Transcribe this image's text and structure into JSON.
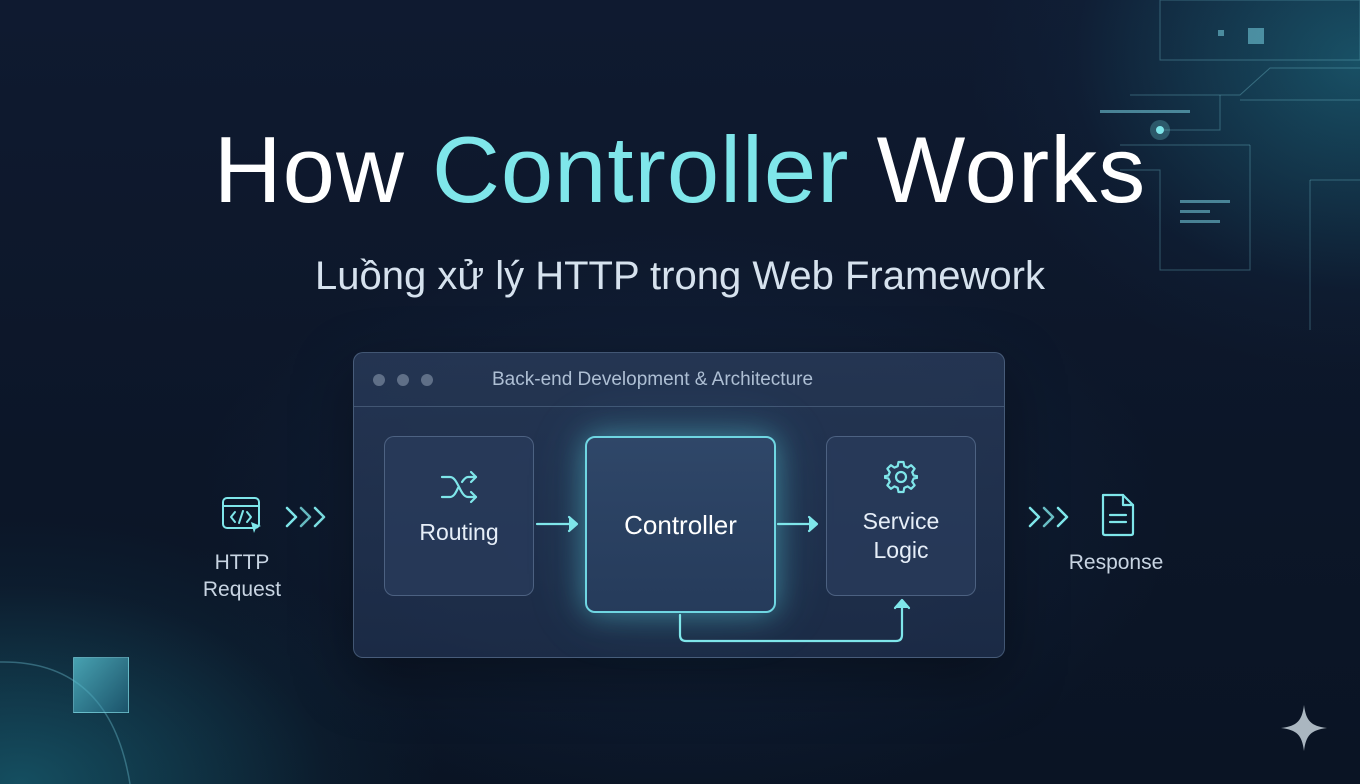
{
  "title": {
    "part1": "How ",
    "accent": "Controller",
    "part2": " Works"
  },
  "subtitle": "Luồng xử lý HTTP trong Web Framework",
  "window": {
    "title": "Back-end Development & Architecture"
  },
  "nodes": {
    "request": {
      "line1": "HTTP",
      "line2": "Request",
      "icon": "code-browser-icon"
    },
    "routing": {
      "label": "Routing",
      "icon": "shuffle-icon"
    },
    "controller": {
      "label": "Controller"
    },
    "service": {
      "line1": "Service",
      "line2": "Logic",
      "icon": "gear-icon"
    },
    "response": {
      "label": "Response",
      "icon": "document-icon"
    }
  },
  "colors": {
    "accent": "#7fe6ea",
    "background": "#0f1a30",
    "box": "#2a3c5c"
  }
}
